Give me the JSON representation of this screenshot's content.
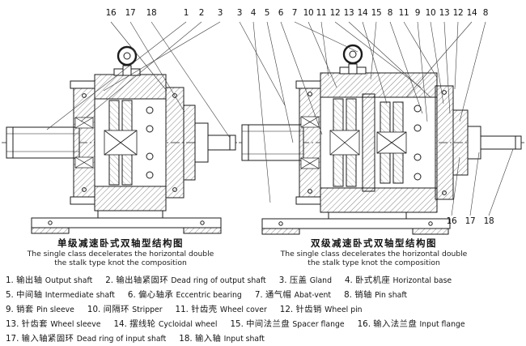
{
  "figures": {
    "left": {
      "title_zh": "单级减速卧式双轴型结构图",
      "title_en_1": "The single class decelerates the horizontal double",
      "title_en_2": "the stalk type knot the composition",
      "callouts": [
        "16",
        "17",
        "18",
        "1",
        "2",
        "3"
      ]
    },
    "right": {
      "title_zh": "双级减速卧式双轴型结构图",
      "title_en_1": "The single class decelerates the horizontal double",
      "title_en_2": "the stalk type knot the composition",
      "callouts_top": [
        "3",
        "4",
        "5",
        "6",
        "7",
        "10",
        "11",
        "12",
        "13",
        "14",
        "15",
        "8",
        "11",
        "9",
        "10",
        "13",
        "12",
        "14",
        "8"
      ],
      "callouts_bottom": [
        "16",
        "17",
        "18"
      ]
    }
  },
  "parts_list": [
    {
      "num": "1.",
      "zh": "输出轴",
      "en": "Output shaft"
    },
    {
      "num": "2.",
      "zh": "输出轴紧固环",
      "en": "Dead ring of output shaft"
    },
    {
      "num": "3.",
      "zh": "压盖",
      "en": "Gland"
    },
    {
      "num": "4.",
      "zh": "卧式机座",
      "en": "Horizontal base"
    },
    {
      "num": "5.",
      "zh": "中间轴",
      "en": "Intermediate shaft"
    },
    {
      "num": "6.",
      "zh": "偏心轴承",
      "en": "Eccentric bearing"
    },
    {
      "num": "7.",
      "zh": "通气帽",
      "en": "Abat-vent"
    },
    {
      "num": "8.",
      "zh": "销轴",
      "en": "Pin shaft"
    },
    {
      "num": "9.",
      "zh": "销套",
      "en": "Pin sleeve"
    },
    {
      "num": "10.",
      "zh": "间隔环",
      "en": "Stripper"
    },
    {
      "num": "11.",
      "zh": "针齿壳",
      "en": "Wheel cover"
    },
    {
      "num": "12.",
      "zh": "针齿销",
      "en": "Wheel pin"
    },
    {
      "num": "13.",
      "zh": "针齿套",
      "en": "Wheel sleeve"
    },
    {
      "num": "14.",
      "zh": "摆线轮",
      "en": "Cycloidal wheel"
    },
    {
      "num": "15.",
      "zh": "中间法兰盘",
      "en": "Spacer flange"
    },
    {
      "num": "16.",
      "zh": "输入法兰盘",
      "en": "Input flange"
    },
    {
      "num": "17.",
      "zh": "输入轴紧固环",
      "en": "Dead ring of input shaft"
    },
    {
      "num": "18.",
      "zh": "输入轴",
      "en": "Input shaft"
    }
  ]
}
